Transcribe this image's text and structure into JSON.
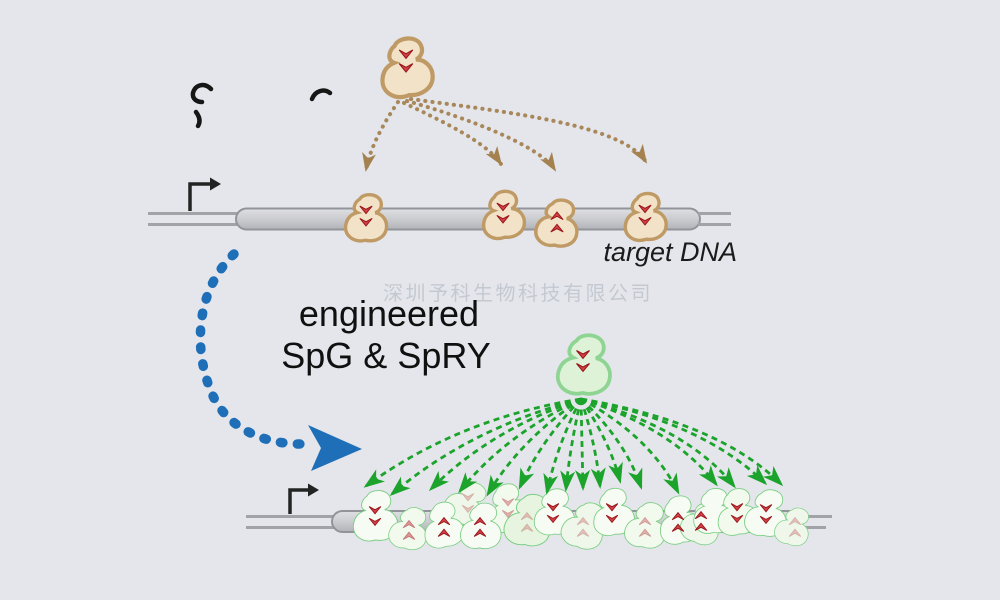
{
  "labels": {
    "transition_line1": "engineered",
    "transition_line2": "SpG & SpRY",
    "target_dna": "target DNA",
    "watermark": "深圳予科生物科技有限公司"
  },
  "diagram": {
    "description": "Comparison of limited PAM targeting by wild-type Cas9 (tan, top) versus relaxed-PAM engineered SpG & SpRY variants (green, bottom) on target DNA",
    "top_panel": {
      "enzyme_fill_hex": "#f1e2c8",
      "enzyme_outline_hex": "#bf9a65",
      "bound_enzymes": 4,
      "targeting_arrows": 4,
      "arrow_style": "dotted",
      "arrow_color_hex": "#a8885a",
      "pam_chevron_color_hex": "#cf3a40",
      "dna_label": "target DNA",
      "has_promoter_arrow": true,
      "erased_title_fragments": "S"
    },
    "bottom_panel": {
      "enzyme_fill_hex": "#f6fbf3",
      "enzyme_outline_hex": "#79ce82",
      "source_enzyme_fill_hex": "#ddf2d6",
      "bound_enzymes": 17,
      "targeting_arrows": 17,
      "arrow_style": "dashed",
      "arrow_color_hex": "#1ca32b",
      "has_promoter_arrow": true
    },
    "transition_arrow": {
      "style": "dotted curve with solid arrowhead",
      "color_hex": "#1e6fb8"
    }
  },
  "colors": {
    "background": "#e4e6eb",
    "dna_gray": "#c6c7cc",
    "text": "#101010",
    "watermark_gray": "#bfc4cd",
    "red_chevron": "#cf3a40",
    "blue_arrow": "#1e6fb8",
    "green_arrow": "#1ca32b",
    "brown_arrow": "#a8885a"
  }
}
